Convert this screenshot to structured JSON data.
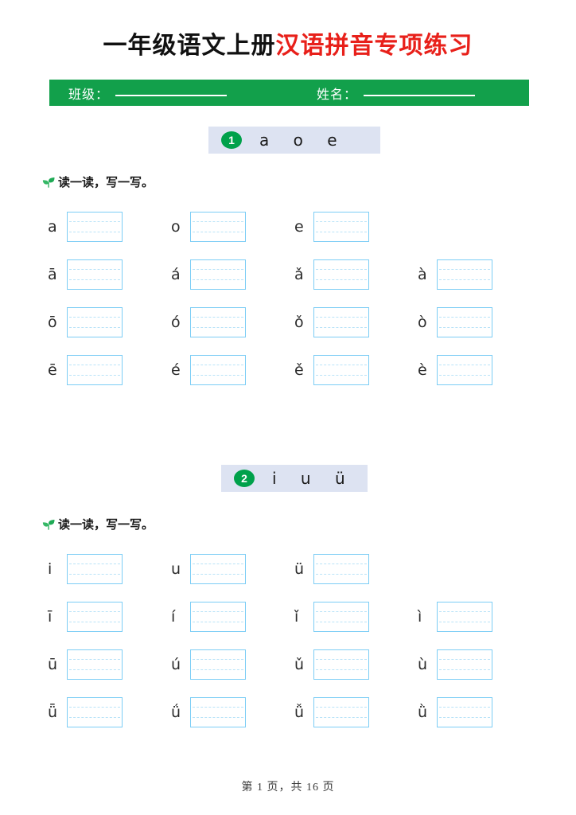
{
  "title": {
    "black_part": "一年级语文上册",
    "red_part": "汉语拼音专项练习",
    "black_color": "#111111",
    "red_color": "#e8201a"
  },
  "info_bar": {
    "background_color": "#12a04b",
    "class_label": "班级：",
    "name_label": "姓名："
  },
  "sections": [
    {
      "number": "1",
      "letters": "a  o  e",
      "instruction": "读一读，写一写。",
      "icon": "leaf-icon",
      "rows": [
        {
          "cells": [
            "a",
            "o",
            "e"
          ]
        },
        {
          "cells": [
            "ā",
            "á",
            "ǎ",
            "à"
          ]
        },
        {
          "cells": [
            "ō",
            "ó",
            "ǒ",
            "ò"
          ]
        },
        {
          "cells": [
            "ē",
            "é",
            "ě",
            "è"
          ]
        }
      ]
    },
    {
      "number": "2",
      "letters": "i  u  ü",
      "instruction": "读一读，写一写。",
      "icon": "leaf-icon",
      "rows": [
        {
          "cells": [
            "i",
            "u",
            "ü"
          ]
        },
        {
          "cells": [
            "ī",
            "í",
            "ǐ",
            "ì"
          ]
        },
        {
          "cells": [
            "ū",
            "ú",
            "ǔ",
            "ù"
          ]
        },
        {
          "cells": [
            "ǖ",
            "ǘ",
            "ǚ",
            "ǜ"
          ]
        }
      ]
    }
  ],
  "footer": {
    "text": "第 1 页，共 16 页"
  },
  "colors": {
    "section_pill_bg": "#dde3f2",
    "section_num_bg": "#00a14b",
    "box_border": "#7ccdf5",
    "box_dashed_line": "#b9e3f8"
  }
}
